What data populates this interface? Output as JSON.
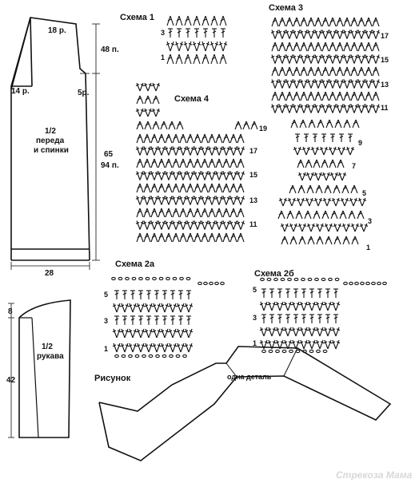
{
  "colors": {
    "ink": "#111111",
    "background": "#ffffff",
    "watermark": "#d0d0d0"
  },
  "front_back_piece": {
    "label_line1": "1/2",
    "label_line2": "переда",
    "label_line3": "и спинки",
    "top_width": "18 р.",
    "left_side": "14 р.",
    "right_side": "5р.",
    "upper_height": "48 п.",
    "height_cm": "65",
    "height_rows": "94 п.",
    "bottom_width": "28"
  },
  "sleeve_piece": {
    "label_line1": "1/2",
    "label_line2": "рукава",
    "top_height": "8",
    "height": "42"
  },
  "schemes": [
    {
      "id": "s1",
      "title": "Схема 1",
      "row_numbers": [
        "3",
        "1"
      ]
    },
    {
      "id": "s3",
      "title": "Схема 3",
      "row_numbers": [
        "17",
        "15",
        "13",
        "11"
      ]
    },
    {
      "id": "s4",
      "title": "Схема 4",
      "row_numbers": [
        "19",
        "17",
        "15",
        "13",
        "11"
      ]
    },
    {
      "id": "s5",
      "row_numbers": [
        "9",
        "7",
        "5",
        "3",
        "1"
      ]
    },
    {
      "id": "s2a",
      "title": "Схема 2а",
      "row_numbers": [
        "5",
        "3",
        "1"
      ]
    },
    {
      "id": "s2b",
      "title": "Схема 2б",
      "row_numbers": [
        "5",
        "3",
        "1"
      ]
    }
  ],
  "drawing": {
    "title": "Рисунок",
    "label": "одна деталь"
  },
  "watermark": "Стрекоза Мама"
}
